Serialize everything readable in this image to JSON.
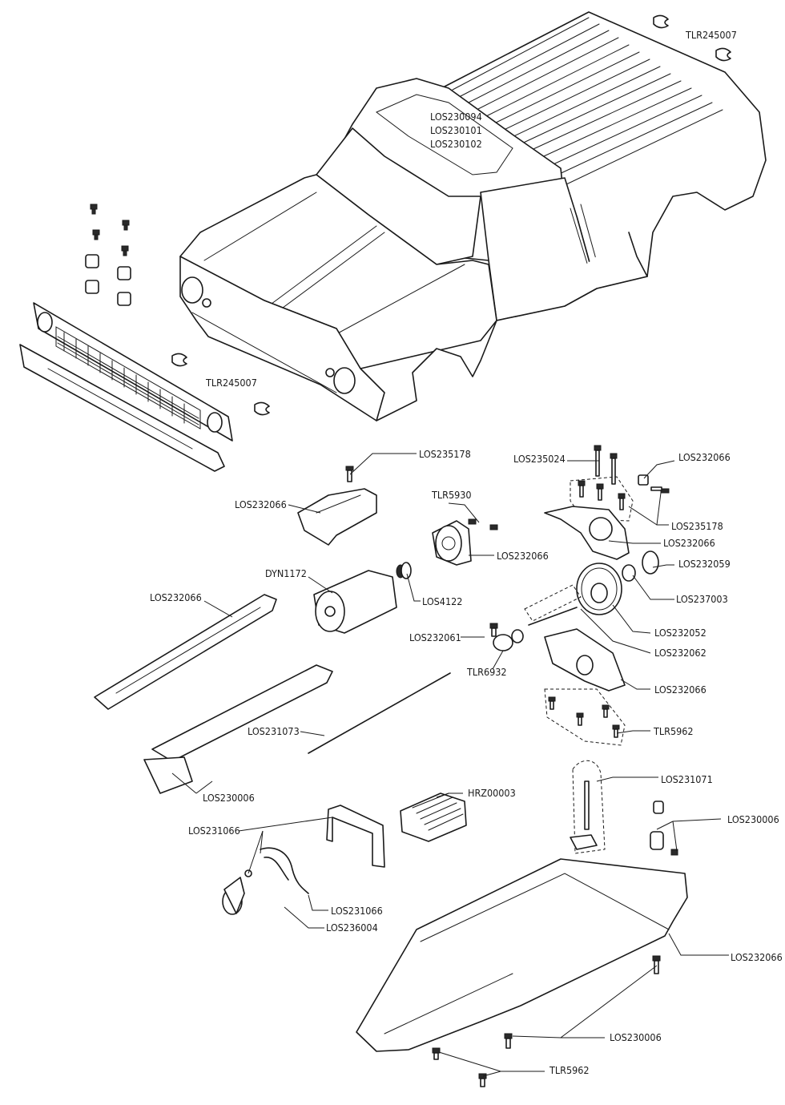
{
  "labels": {
    "tlr245007_top": "TLR245007",
    "body_cluster": [
      "LOS230094",
      "LOS230101",
      "LOS230102"
    ],
    "tlr245007_grille": "TLR245007",
    "los235178_left": "LOS235178",
    "los232066_cover": "LOS232066",
    "tlr5930": "TLR5930",
    "los232066_plate": "LOS232066",
    "los235024": "LOS235024",
    "los232066_topright": "LOS232066",
    "los235178_right": "LOS235178",
    "los232066_gearcase": "LOS232066",
    "los232059": "LOS232059",
    "los237003": "LOS237003",
    "dyn1172": "DYN1172",
    "los4122": "LOS4122",
    "los232066_brace": "LOS232066",
    "los232061": "LOS232061",
    "tlr6932": "TLR6932",
    "los232052": "LOS232052",
    "los232062": "LOS232062",
    "los232066_lowercase": "LOS232066",
    "tlr5962_mid": "TLR5962",
    "los231073": "LOS231073",
    "los230006_left": "LOS230006",
    "hrz00003": "HRZ00003",
    "los231071": "LOS231071",
    "los230006_right": "LOS230006",
    "los231066_mount": "LOS231066",
    "los231066_servo": "LOS231066",
    "los236004": "LOS236004",
    "los232066_chassis": "LOS232066",
    "los230006_bottom": "LOS230006",
    "tlr5962_bottom": "TLR5962"
  }
}
